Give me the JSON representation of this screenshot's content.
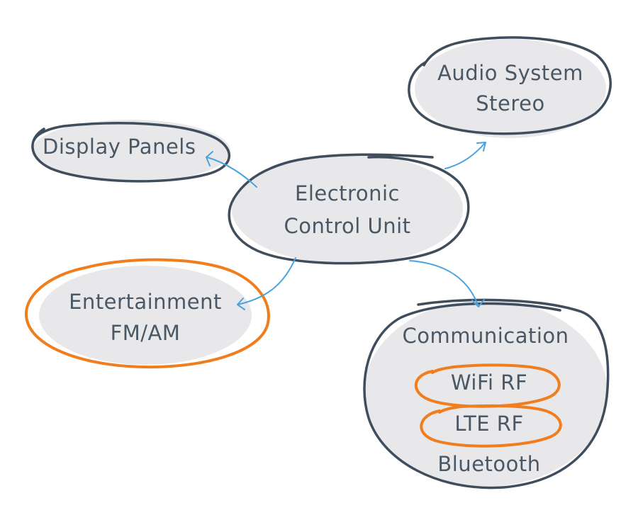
{
  "diagram": {
    "center_node": {
      "line1": "Electronic",
      "line2": "Control Unit"
    },
    "nodes": {
      "display_panels": {
        "label": "Display Panels"
      },
      "audio_system": {
        "line1": "Audio System",
        "line2": "Stereo"
      },
      "entertainment": {
        "line1": "Entertainment",
        "line2": "FM/AM",
        "highlighted": true
      },
      "communication": {
        "title": "Communication",
        "items": [
          {
            "label": "WiFi RF",
            "highlighted": true
          },
          {
            "label": "LTE RF",
            "highlighted": true
          },
          {
            "label": "Bluetooth",
            "highlighted": false
          }
        ]
      }
    },
    "colors": {
      "ink": "#4a5866",
      "fill": "#e8e8ea",
      "outline": "#3f4d5c",
      "highlight": "#f07d1e",
      "arrow": "#4aa3df"
    }
  }
}
